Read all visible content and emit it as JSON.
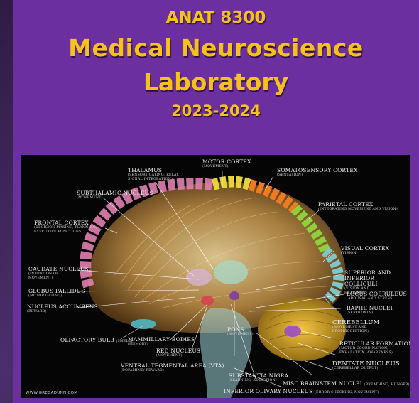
{
  "header": {
    "course_code": "ANAT 8300",
    "title_line1": "Medical Neuroscience",
    "title_line2": "Laboratory",
    "year": "2023-2024"
  },
  "colors": {
    "panel_purple": "#6b2fa0",
    "title_gold": "#f6c21a",
    "figure_bg": "#050505"
  },
  "figure": {
    "credit": "WWW.GREGADUNN.COM",
    "labels": {
      "motor_cortex": {
        "name": "MOTOR CORTEX",
        "desc": "(MOVEMENT)"
      },
      "thalamus": {
        "name": "THALAMUS",
        "desc": "(SENSORY GATING, RELAY, SIGNAL INTEGRATION)"
      },
      "somatosensory": {
        "name": "SOMATOSENSORY CORTEX",
        "desc": "(SENSATION)"
      },
      "subthalamic": {
        "name": "SUBTHALAMIC NUCLEUS",
        "desc": "(MOVEMENT)"
      },
      "parietal": {
        "name": "PARIETAL CORTEX",
        "desc": "(INTEGRATING MOVEMENT AND VISION)"
      },
      "frontal": {
        "name": "FRONTAL CORTEX",
        "desc": "(DECISION MAKING, PLANNING, EXECUTIVE FUNCTIONS)"
      },
      "visual": {
        "name": "VISUAL CORTEX",
        "desc": "(VISION)"
      },
      "caudate": {
        "name": "CAUDATE NUCLEUS",
        "desc": "(INITIATION OF MOVEMENT)"
      },
      "colliculi": {
        "name": "SUPERIOR AND INFERIOR COLLICULI",
        "desc": "(VISION AND HEARING)"
      },
      "globus": {
        "name": "GLOBUS PALLIDUS",
        "desc": "(MOTOR GATING)"
      },
      "locus": {
        "name": "LOCUS COERULEUS",
        "desc": "(AROUSAL AND STRESS)"
      },
      "accumbens": {
        "name": "NUCLEUS ACCUMBENS",
        "desc": "(REWARD)"
      },
      "raphe": {
        "name": "RAPHE NUCLEI",
        "desc": "(SEROTONIN)"
      },
      "cerebellum": {
        "name": "CEREBELLUM",
        "desc": "(MOVEMENT AND PROPRIOCEPTION)"
      },
      "pons": {
        "name": "PONS",
        "desc": "(MOVEMENT)"
      },
      "olfactory": {
        "name": "OLFACTORY BULB",
        "desc": "(SMELL)"
      },
      "mammillary": {
        "name": "MAMMILLARY BODIES",
        "desc": "(MEMORY)"
      },
      "reticular": {
        "name": "RETICULAR FORMATION",
        "desc": "(MOTOR COORDINATION, EXHALATION, AWARENESS)"
      },
      "red_nucleus": {
        "name": "RED NUCLEUS",
        "desc": "(MOVEMENT)"
      },
      "dentate": {
        "name": "DENTATE NUCLEUS",
        "desc": "(CEREBELLAR OUTPUT)"
      },
      "vta": {
        "name": "VENTRAL TEGMENTAL AREA (VTA)",
        "desc": "(DOPAMINE/ REWARD)"
      },
      "substantia": {
        "name": "SUBSTANTIA NIGRA",
        "desc": "(LEARNING, ADDICTION)"
      },
      "misc_brainstem": {
        "name": "MISC BRAINSTEM NUCLEI",
        "desc": "(BREATHING, HUNGER)"
      },
      "olivary": {
        "name": "INFERIOR OLIVARY NUCLEUS",
        "desc": "(ERROR CHECKING, MOVEMENT)"
      }
    }
  }
}
